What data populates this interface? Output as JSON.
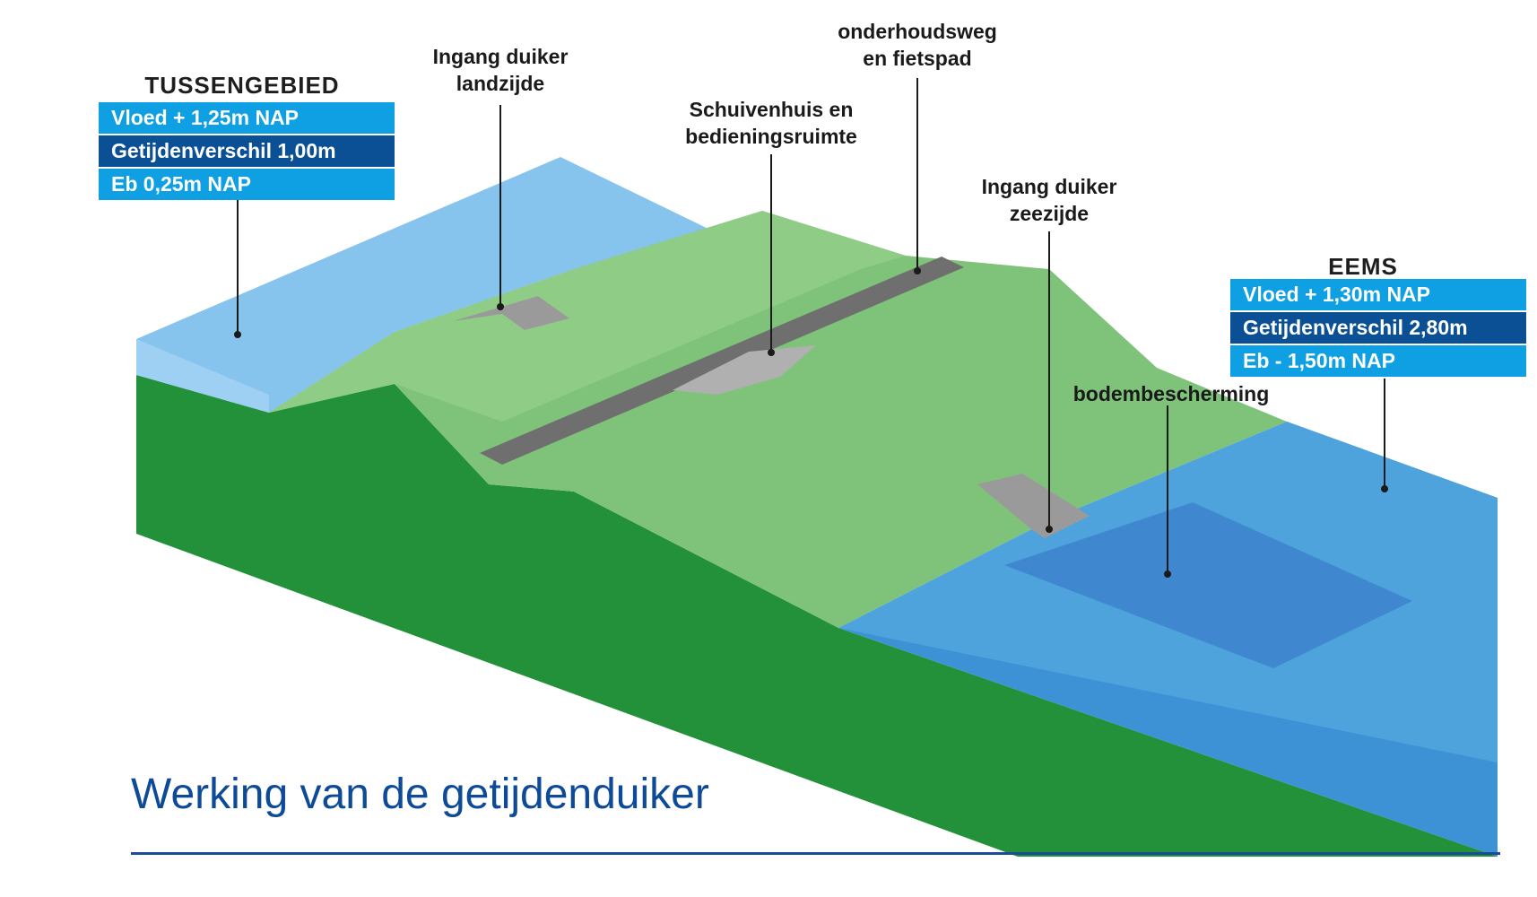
{
  "title": "Werking van de getijdenduiker",
  "colors": {
    "land_front": "#22913a",
    "land_top": "#7fc37a",
    "dike_light": "#8cc97f",
    "road": "#6f6f6f",
    "water_land_side": "#86c4ee",
    "water_sea": "#4ea3dd",
    "bottom_protection": "#3f88cf",
    "box_light": "#0fa0e3",
    "box_dark": "#0b4f95",
    "title_blue": "#0d4a98"
  },
  "tussengebied": {
    "name": "TUSSENGEBIED",
    "vloed": "Vloed + 1,25m NAP",
    "getijdenverschil": "Getijdenverschil 1,00m",
    "eb": "Eb 0,25m NAP"
  },
  "eems": {
    "name": "EEMS",
    "vloed": "Vloed + 1,30m NAP",
    "getijdenverschil": "Getijdenverschil 2,80m",
    "eb": "Eb - 1,50m NAP"
  },
  "labels": {
    "ingang_land": [
      "Ingang duiker",
      "landzijde"
    ],
    "schuivenhuis": [
      "Schuivenhuis en",
      "bedieningsruimte"
    ],
    "onderhoudsweg": [
      "onderhoudsweg",
      "en fietspad"
    ],
    "ingang_zee": [
      "Ingang duiker",
      "zeezijde"
    ],
    "bodembescherming": "bodembescherming"
  }
}
